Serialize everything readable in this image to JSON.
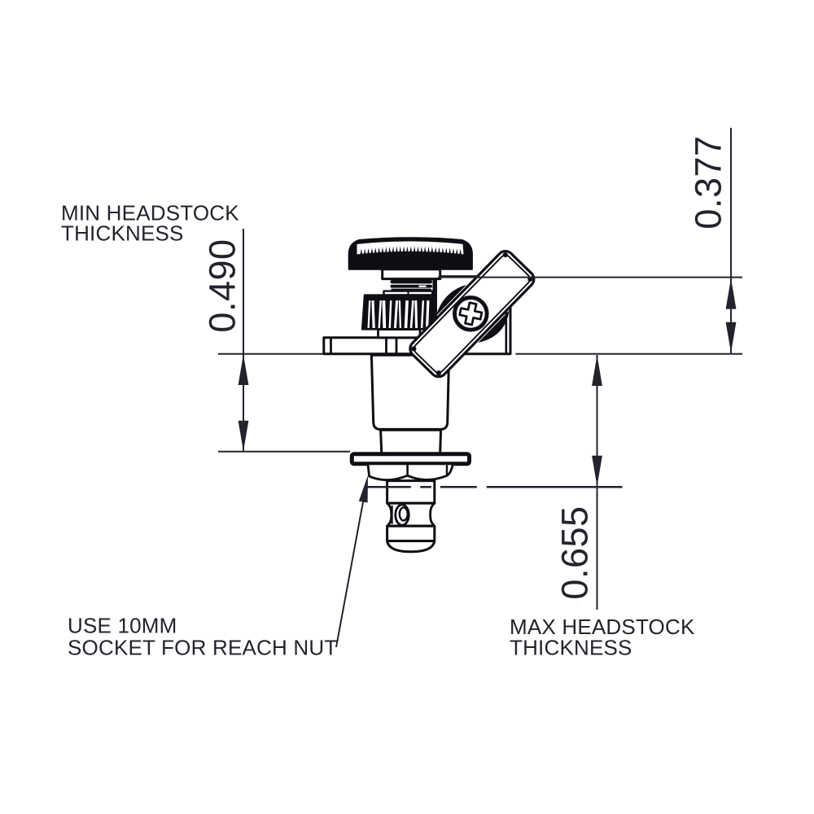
{
  "diagram": {
    "title": "Guitar tuner headstock mounting drawing",
    "ink_color": "#0e0e14",
    "annotation_color": "#23232e",
    "background": "#ffffff",
    "labels": {
      "min_headstock": {
        "line1": "MIN HEADSTOCK",
        "line2": "THICKNESS"
      },
      "max_headstock": {
        "line1": "MAX HEADSTOCK",
        "line2": "THICKNESS"
      },
      "socket_note": {
        "line1": "USE 10MM",
        "line2": "SOCKET FOR REACH NUT"
      }
    },
    "dimensions": {
      "min_headstock_thickness": "0.490",
      "top_clearance": "0.377",
      "max_headstock_thickness": "0.655"
    }
  }
}
